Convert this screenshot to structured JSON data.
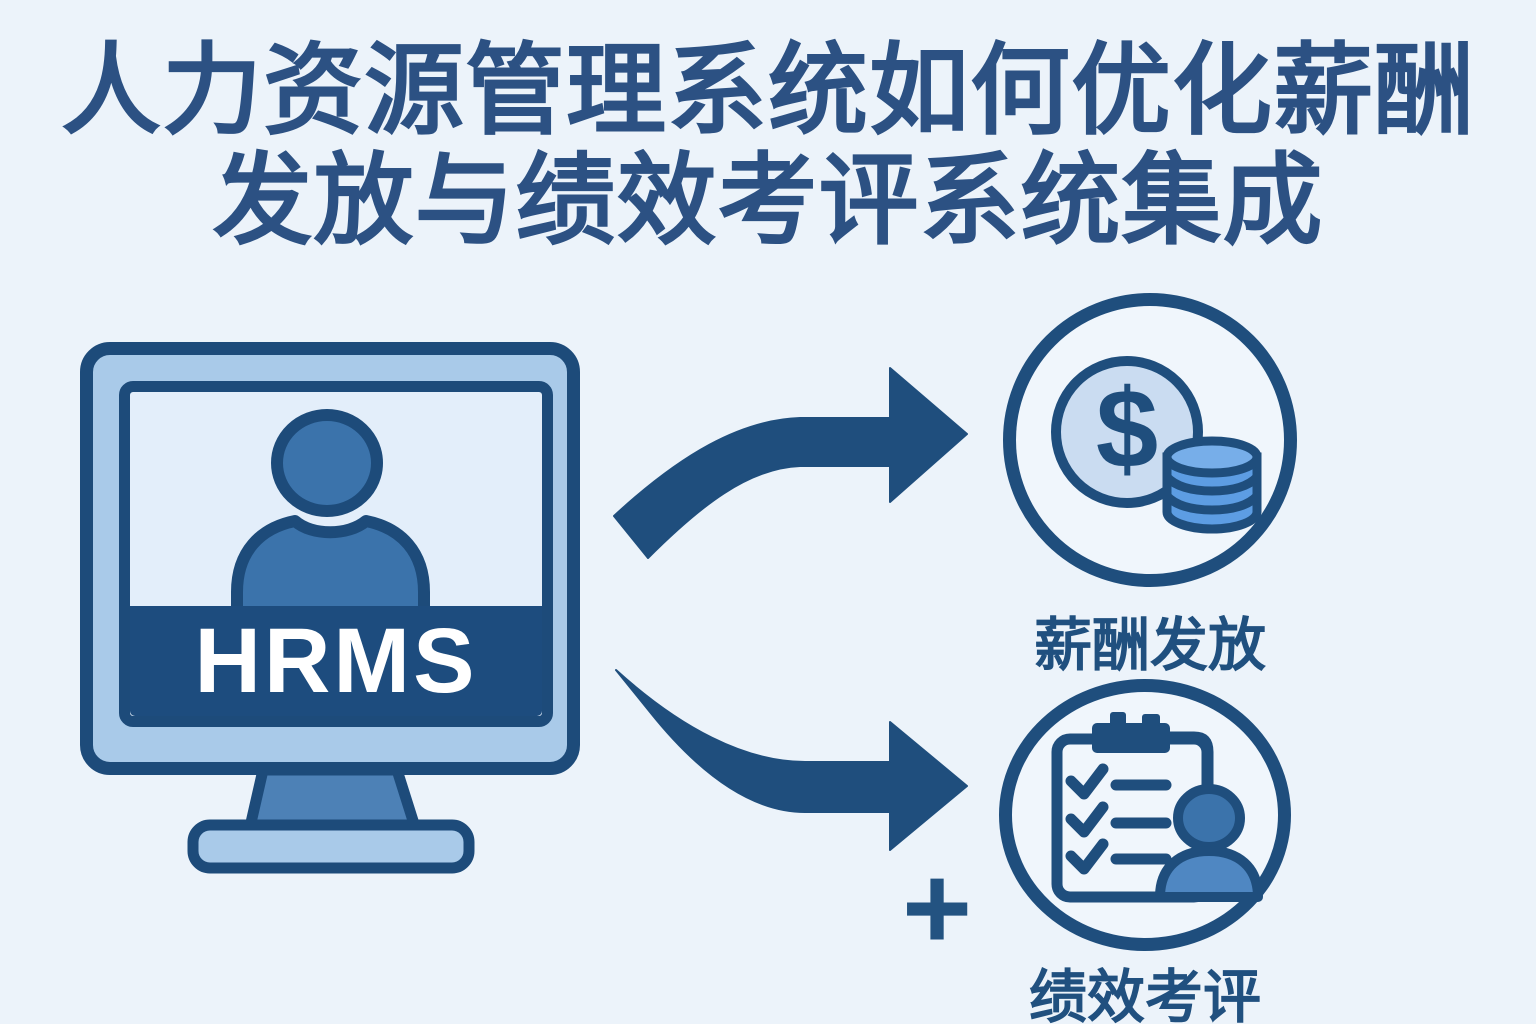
{
  "title": {
    "line1": "人力资源管理系统如何优化薪酬",
    "line2": "发放与绩效考评系统集成"
  },
  "monitor": {
    "label": "HRMS",
    "icon": "person-avatar-icon"
  },
  "payroll": {
    "label": "薪酬发放",
    "symbol": "$",
    "icon": "dollar-coin-stack-icon"
  },
  "performance": {
    "label": "绩效考评",
    "icon": "clipboard-checklist-person-icon"
  },
  "connector": {
    "plus_symbol": "+"
  },
  "colors": {
    "background": "#ecf3fa",
    "navy_outline": "#1f4e7d",
    "title_blue": "#2c5183",
    "monitor_frame_light_blue": "#a9cae9",
    "screen_pale_blue": "#e3eefa",
    "person_blue": "#3b73ab",
    "shoulder_blue": "#4f87c2",
    "stand_blue": "#4d81b6",
    "band_navy": "#1d4c7e",
    "coin_pale_blue": "#cadcf1",
    "coin_stack_blue": "#5d9de3",
    "coin_stack_top_blue": "#77aee9",
    "hrms_text": "#ffffff"
  }
}
